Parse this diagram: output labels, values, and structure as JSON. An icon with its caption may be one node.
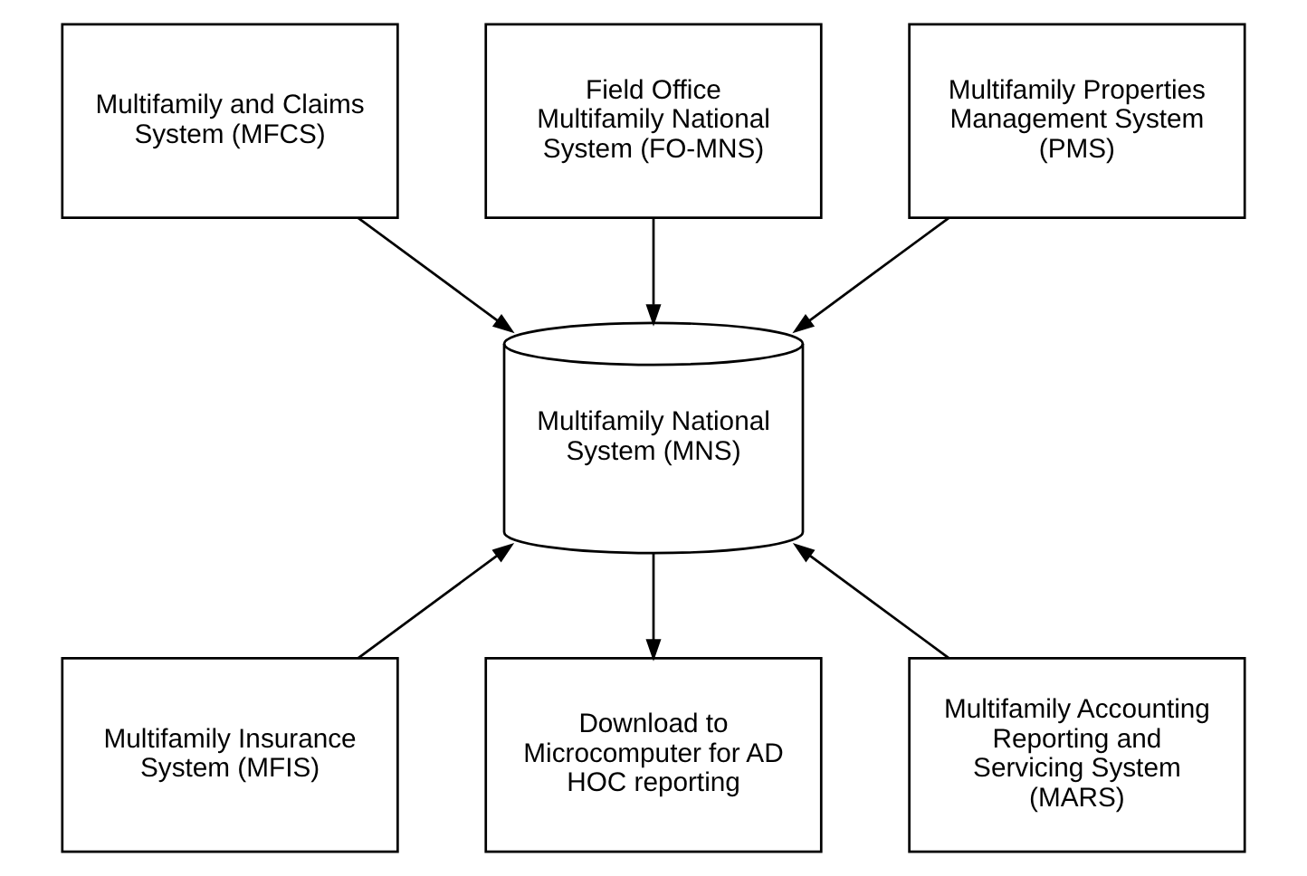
{
  "diagram": {
    "nodes": [
      {
        "text": [
          "Field Office Multifamily National System (FO-MNS)"
        ]
      },
      {
        "text": [
          "Multifamily and Claims System (MFCS)"
        ]
      },
      {
        "text": [
          "Multifamily Properties Management System (PMS)"
        ]
      },
      {
        "text": [
          "Multifamily National System (MNS)"
        ]
      },
      {
        "text": [
          "Multifamily Insurance System (MFIS)"
        ]
      },
      {
        "text": [
          "Multifamily Accounting Reporting and Servicing System (MARS)"
        ]
      },
      {
        "text": [
          "Download to Microcomputer for AD HOC reporting"
        ]
      }
    ],
    "edges": [
      {
        "from": 0,
        "to": 3,
        "arrow": "to"
      },
      {
        "from": 1,
        "to": 3,
        "arrow": "to"
      },
      {
        "from": 2,
        "to": 3,
        "arrow": "to"
      },
      {
        "from": 4,
        "to": 3,
        "arrow": "to"
      },
      {
        "from": 5,
        "to": 3,
        "arrow": "to"
      },
      {
        "from": 3,
        "to": 6,
        "arrow": "to"
      }
    ]
  }
}
